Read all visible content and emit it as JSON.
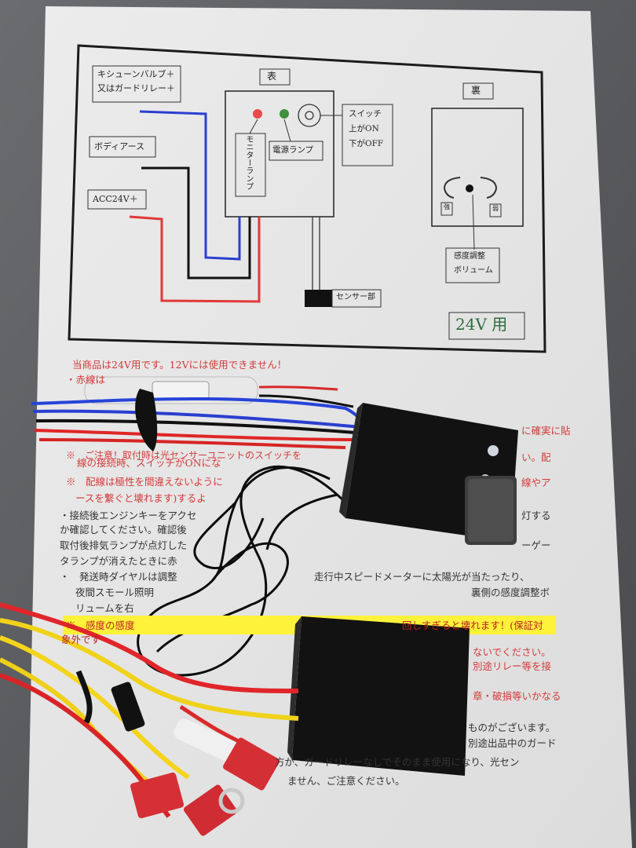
{
  "diagram": {
    "front_title": "表",
    "back_title": "裏",
    "label_valve": "キシューンバルブ＋\n又はガードリレー＋",
    "label_body_earth": "ボディアース",
    "label_acc": "ACC24V＋",
    "label_switch": "スイッチ\n上がON\n下がOFF",
    "label_monitor_lamp": "モニターランプ",
    "label_power_lamp": "電源ランプ",
    "label_sensitivity": "感度調整\nボリューム",
    "label_sensor": "センサー部",
    "label_24v": "24V 用",
    "label_knob_strong": "強",
    "label_knob_weak": "弱"
  },
  "text_lines": {
    "l1": "当商品は24V用です。12Vには使用できません！",
    "l2": "・赤線は",
    "l3": "線の接続時、スイッチがONにな",
    "l4": "※　ご注意！取付時は光センサーユニットのスイッチを",
    "l5": "※　配線は極性を間違えないように",
    "l6": "ースを繋ぐと壊れます)するよ",
    "l7": "・接続後エンジンキーをアクセ",
    "l8": "か確認してください。確認後",
    "l9": "取付後排気ランプが点灯した",
    "l10": "タランプが消えたときに赤",
    "l11": "・　発送時ダイヤルは調整",
    "l12": "夜間スモール照明",
    "l13": "リュームを右",
    "l14": "※　感度の感度",
    "l15": "象外です",
    "l16": "別途出品中のガード",
    "l17": "方が、ガードリレーなしでそのまま使用になり、光セン",
    "l18": "ません、ご注意ください。",
    "r1": "に確実に貼",
    "r2": "い。配",
    "r3": "線やア",
    "r4": "灯する",
    "r5": "ーゲー",
    "r6": "走行中スピードメーターに太陽光が当たったり、",
    "r7": "裏側の感度調整ボ",
    "r8": "回しすぎると壊れます！(保証対",
    "r9": "ないでください。",
    "r10": "別途リレー等を接",
    "r11": "章・破損等いかなる",
    "r12": "ものがございます。"
  }
}
